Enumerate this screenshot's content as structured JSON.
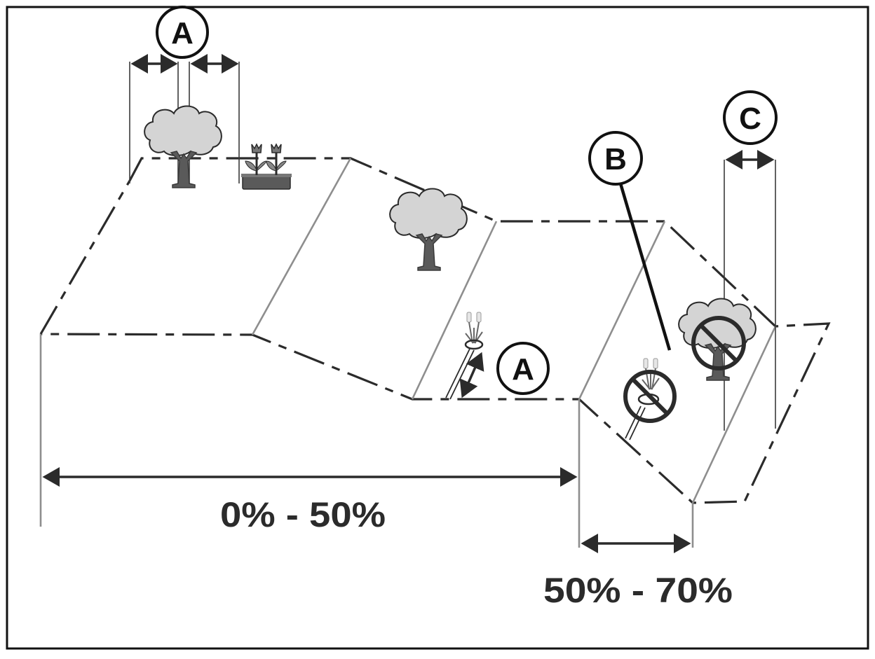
{
  "diagram": {
    "callouts": [
      {
        "id": "A-top",
        "letter": "A"
      },
      {
        "id": "A-slope",
        "letter": "A"
      },
      {
        "id": "B",
        "letter": "B"
      },
      {
        "id": "C",
        "letter": "C"
      }
    ],
    "ranges": [
      {
        "id": "gentle",
        "label": "0% - 50%"
      },
      {
        "id": "steep",
        "label": "50% - 70%"
      }
    ],
    "icons": [
      "tree-icon",
      "flower-planter-icon",
      "tree-icon",
      "cattail-plant-icon",
      "no-cattail-prohibited-icon",
      "no-tree-prohibited-icon"
    ],
    "colors": {
      "line": "#2b2b2b",
      "fold_line": "#8e8e8e",
      "tree_canopy": "#d4d4d4",
      "tree_trunk": "#5a5a5a",
      "border": "#111111"
    }
  }
}
